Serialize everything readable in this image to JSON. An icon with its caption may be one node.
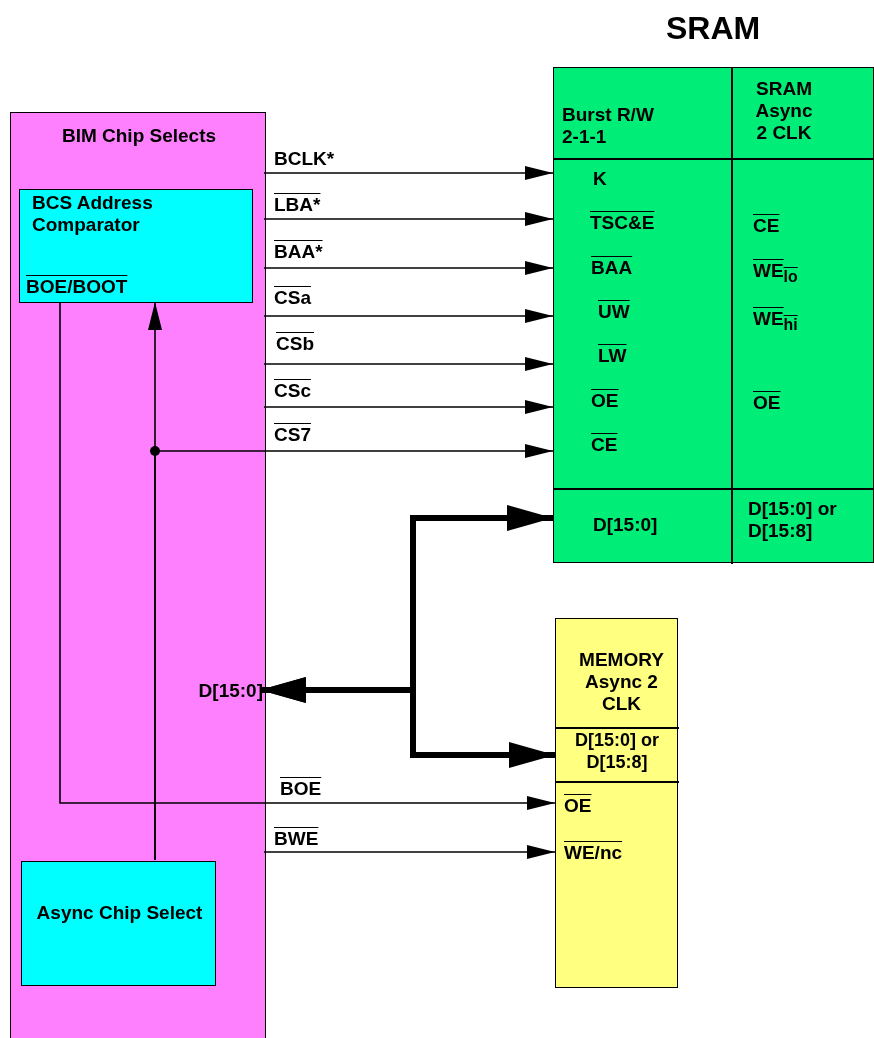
{
  "diagram": {
    "nodes": [
      {
        "text": [
          "BIM Chip Selects"
        ]
      },
      {
        "text": [
          "BCS Address Comparator",
          "BOE/BOOT"
        ],
        "in": 0
      },
      {
        "text": [
          "Async Chip Select"
        ],
        "in": 0
      },
      {
        "text": [
          "SRAM",
          "Burst R/W 2-1-1",
          "SRAM Async 2 CLK",
          "K",
          "TSC&E",
          "BAA",
          "UW",
          "LW",
          "OE",
          "CE",
          "CE",
          "WE$_{lo}$",
          "WE$_{hi}$",
          "OE",
          "D[15:0]",
          "D[15:0] or D[15:8]"
        ]
      },
      {
        "text": [
          "MEMORY Async 2 CLK",
          "D[15:0] or D[15:8]",
          "OE",
          "WE/nc"
        ]
      },
      {
        "text": [
          "D[15:0]"
        ],
        "in": 0
      }
    ],
    "edges": [
      {
        "from": 0,
        "to": 3,
        "arrow": "to",
        "label": "BCLK*"
      },
      {
        "from": 0,
        "to": 3,
        "arrow": "to",
        "label": "LBA*"
      },
      {
        "from": 0,
        "to": 3,
        "arrow": "to",
        "label": "BAA*"
      },
      {
        "from": 0,
        "to": 3,
        "arrow": "to",
        "label": "CSa"
      },
      {
        "from": 0,
        "to": 3,
        "arrow": "to",
        "label": "CSb"
      },
      {
        "from": 0,
        "to": 3,
        "arrow": "to",
        "label": "CSc"
      },
      {
        "from": 2,
        "to": 3,
        "arrow": "to",
        "label": "CS7"
      },
      {
        "from": 2,
        "to": 1,
        "arrow": "to"
      },
      {
        "from": 5,
        "to": 3,
        "arrow": "both",
        "style": "thick"
      },
      {
        "from": 5,
        "to": 4,
        "arrow": "both",
        "style": "thick"
      },
      {
        "from": 1,
        "to": 4,
        "arrow": "to",
        "label": "BOE"
      },
      {
        "from": 0,
        "to": 4,
        "arrow": "to",
        "label": "BWE"
      }
    ]
  }
}
